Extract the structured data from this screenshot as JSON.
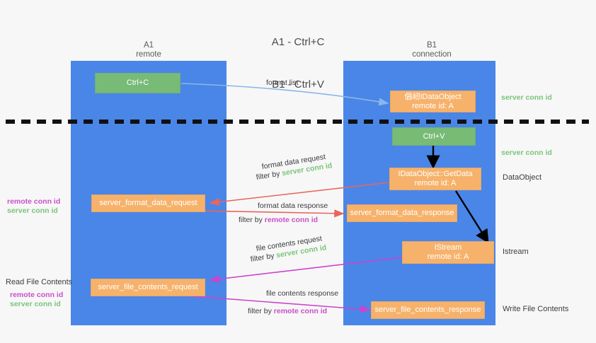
{
  "title": {
    "line1": "A1 - Ctrl+C",
    "line2": "B1 - Ctrl+V"
  },
  "lanes": [
    {
      "id": "a1",
      "name": "A1",
      "sub": "remote"
    },
    {
      "id": "b1",
      "name": "B1",
      "sub": "connection"
    }
  ],
  "nodes": {
    "ctrl_c": {
      "l1": "Ctrl+C",
      "l2": ""
    },
    "idataobject": {
      "l1": "倡屻IDataObject",
      "l2": "remote id: A"
    },
    "ctrl_v": {
      "l1": "Ctrl+V",
      "l2": ""
    },
    "getdata": {
      "l1": "IDataObject::GetData",
      "l2": "remote id: A"
    },
    "fmt_req": {
      "l1": "server_format_data_request",
      "l2": ""
    },
    "fmt_resp": {
      "l1": "server_format_data_response",
      "l2": ""
    },
    "istream": {
      "l1": "IStream",
      "l2": "remote id: A"
    },
    "file_req": {
      "l1": "server_file_contents_request",
      "l2": ""
    },
    "file_resp": {
      "l1": "server_file_contents_response",
      "l2": ""
    }
  },
  "edges": {
    "format_list": "format list",
    "format_data_request": "format data request",
    "format_data_response": "format data response",
    "file_contents_request": "file contents request",
    "file_contents_response": "file contents response",
    "filter_by": "filter by",
    "server_conn_id": "server conn id",
    "remote_conn_id": "remote conn id"
  },
  "side_labels": {
    "right_server_conn_top": "server conn id",
    "right_server_conn_mid": "server conn id",
    "right_dataobject": "DataObject",
    "right_istream": "Istream",
    "right_write_file": "Write File Contents",
    "left_remote_conn_1": "remote conn id",
    "left_server_conn_1": "server conn id",
    "left_read_file": "Read File Contents",
    "left_remote_conn_2": "remote conn id",
    "left_server_conn_2": "server conn id"
  },
  "colors": {
    "lane": "#4a86e8",
    "orange": "#f6b26b",
    "green_box": "#77bb77",
    "green_text": "#7ac47a",
    "purple_text": "#c850c8",
    "red_arrow": "#e8665a",
    "magenta_arrow": "#cc44cc",
    "blue_arrow": "#8ab6e8",
    "black_arrow": "#000000",
    "background": "#f7f7f7"
  }
}
